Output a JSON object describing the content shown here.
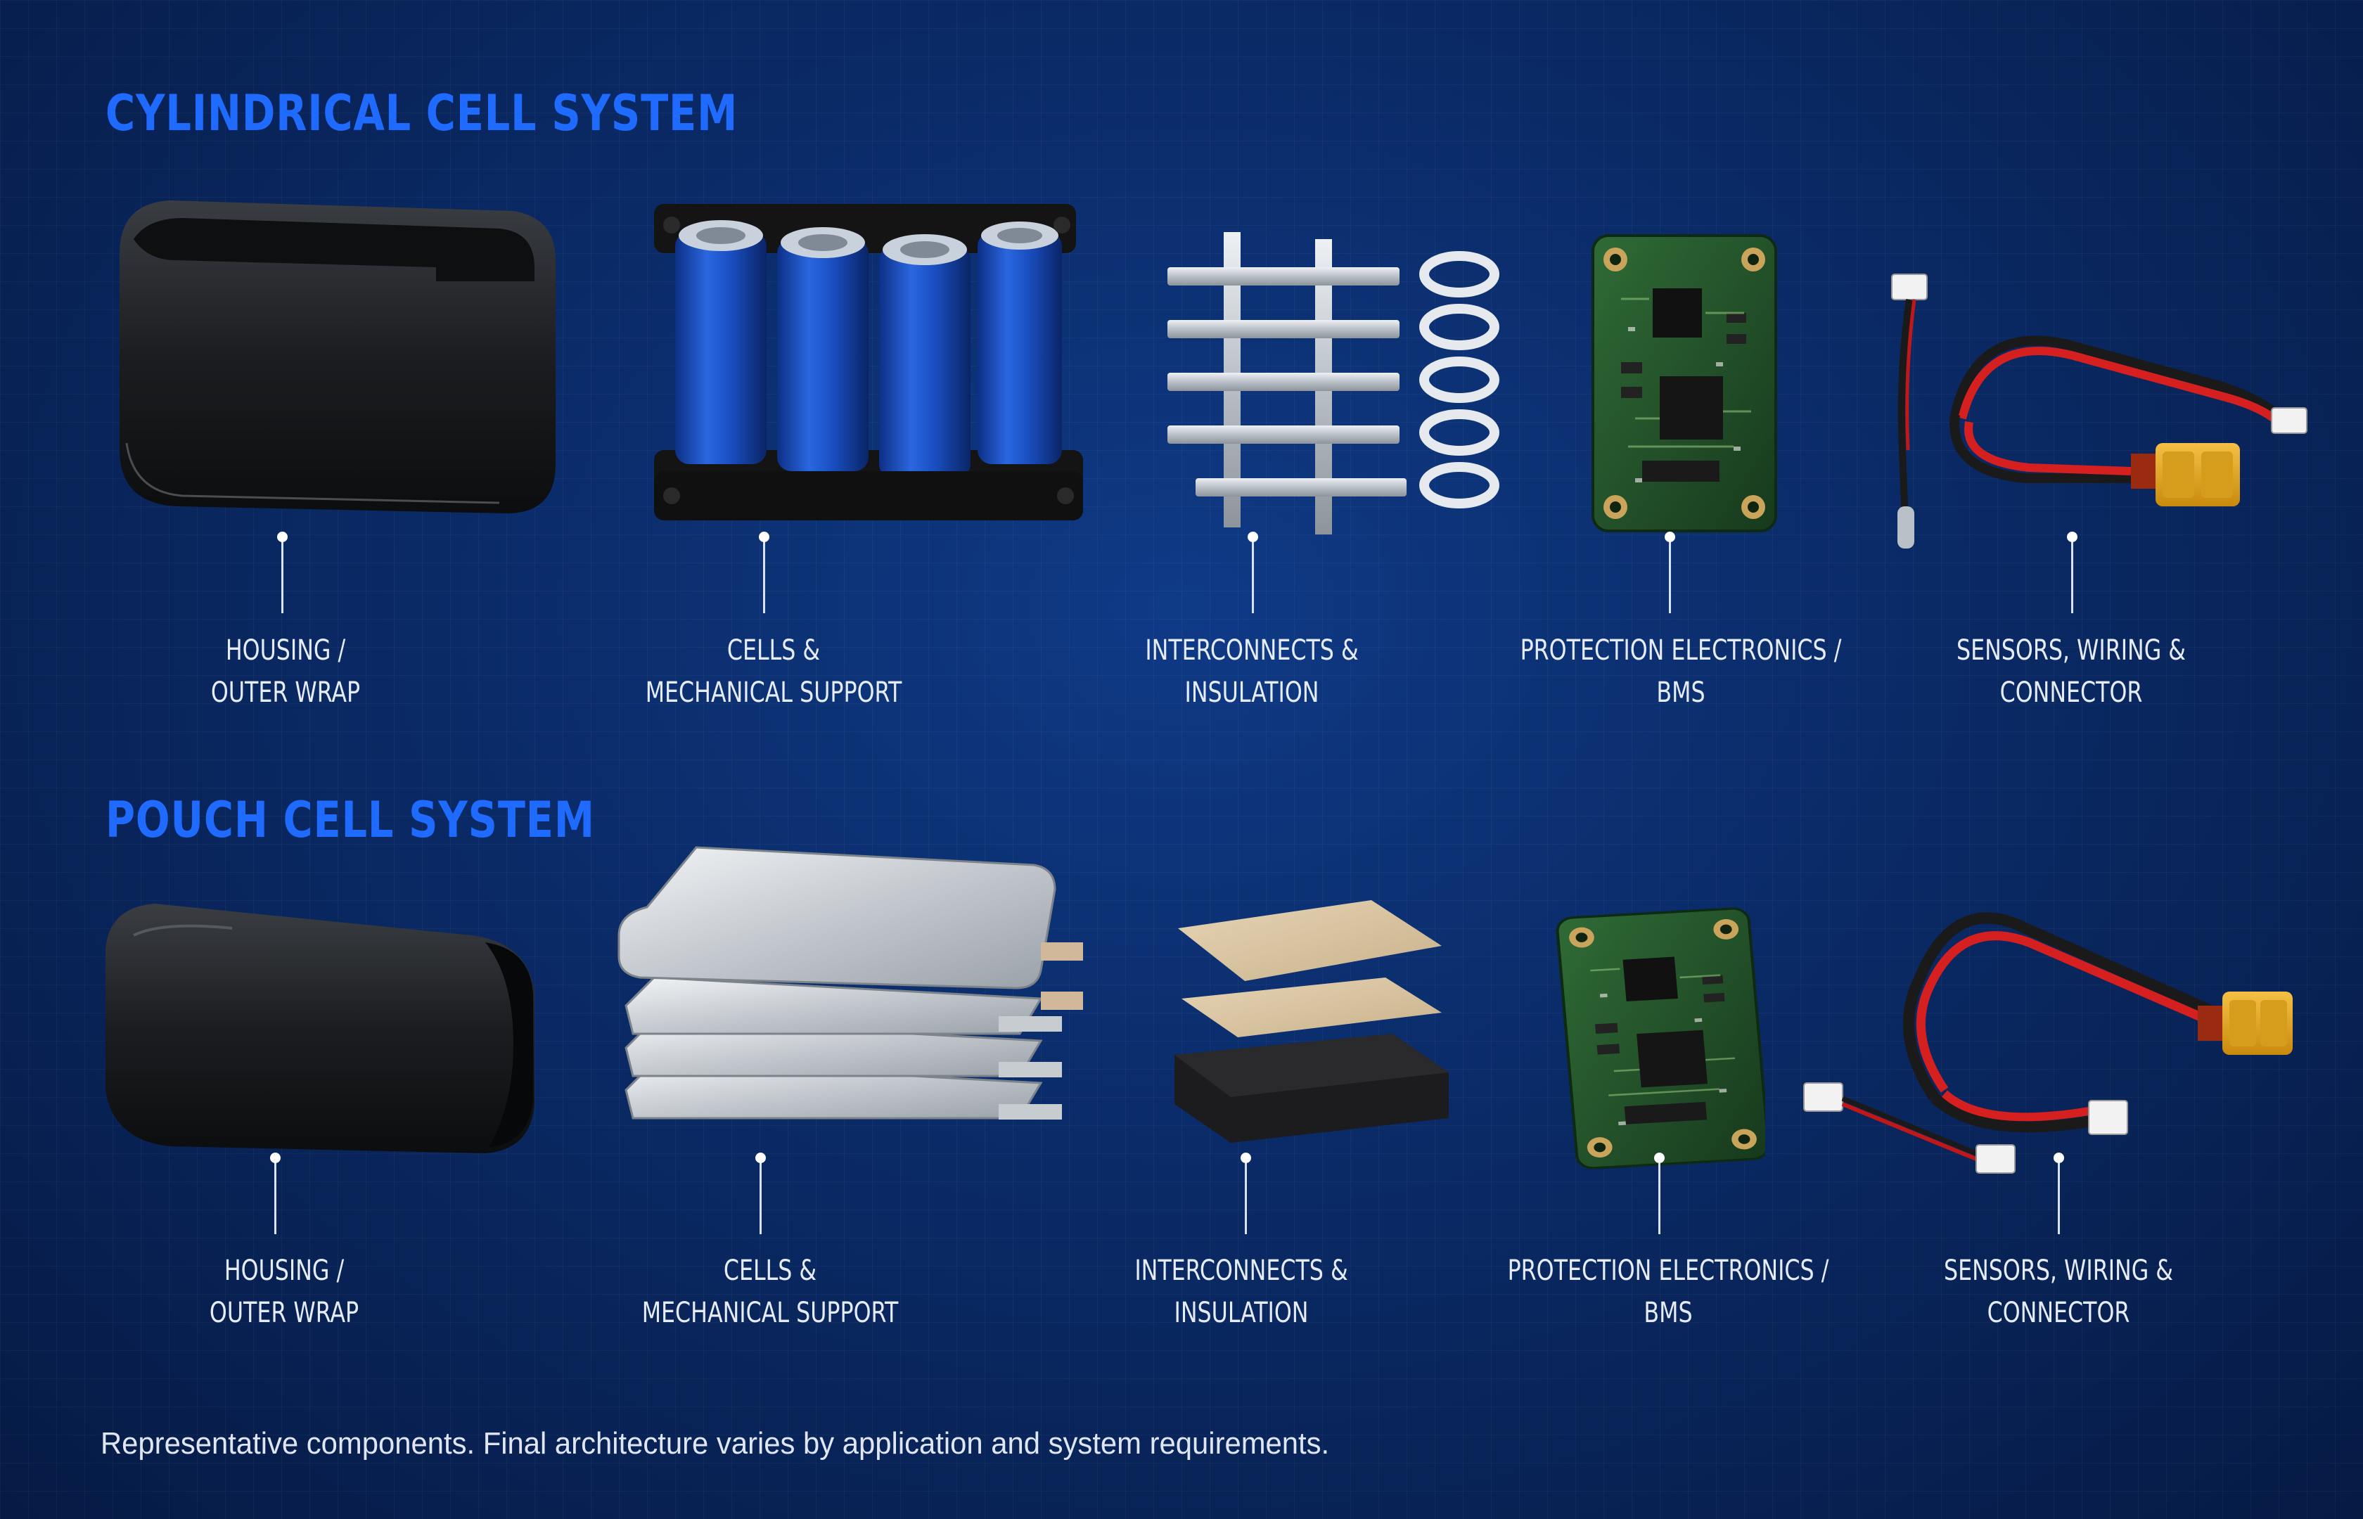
{
  "sections": [
    {
      "title": "CYLINDRICAL CELL SYSTEM",
      "components": [
        {
          "line1": "HOUSING /",
          "line2": "OUTER WRAP",
          "icon": "housing-icon"
        },
        {
          "line1": "CELLS &",
          "line2": "MECHANICAL SUPPORT",
          "icon": "cylindrical-cells-icon"
        },
        {
          "line1": "INTERCONNECTS &",
          "line2": "INSULATION",
          "icon": "nickel-strips-icon"
        },
        {
          "line1": "PROTECTION ELECTRONICS /",
          "line2": "BMS",
          "icon": "bms-board-icon"
        },
        {
          "line1": "SENSORS, WIRING &",
          "line2": "CONNECTOR",
          "icon": "wiring-connector-icon"
        }
      ]
    },
    {
      "title": "POUCH CELL SYSTEM",
      "components": [
        {
          "line1": "HOUSING /",
          "line2": "OUTER WRAP",
          "icon": "shrink-wrap-icon"
        },
        {
          "line1": "CELLS &",
          "line2": "MECHANICAL SUPPORT",
          "icon": "pouch-cells-icon"
        },
        {
          "line1": "INTERCONNECTS &",
          "line2": "INSULATION",
          "icon": "insulation-sheets-icon"
        },
        {
          "line1": "PROTECTION ELECTRONICS /",
          "line2": "BMS",
          "icon": "bms-board-icon"
        },
        {
          "line1": "SENSORS, WIRING &",
          "line2": "CONNECTOR",
          "icon": "wiring-connector-icon"
        }
      ]
    }
  ],
  "footer": "Representative components. Final architecture varies by application and system requirements.",
  "colors": {
    "title": "#1f6bff",
    "cell_blue": "#1e56c8",
    "pcb_green": "#24522c",
    "wire_red": "#d62020",
    "connector_yellow": "#e6a417"
  }
}
